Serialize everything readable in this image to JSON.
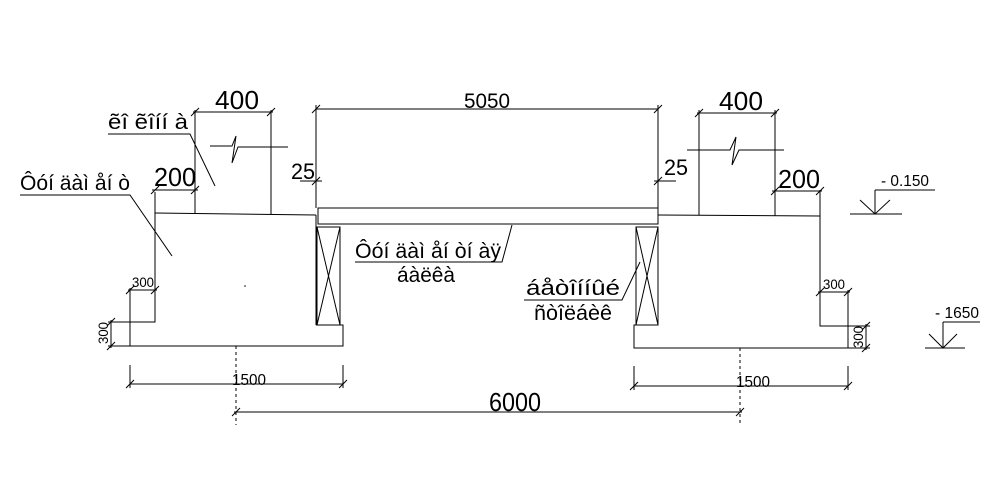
{
  "dimensions": {
    "cap_width_left": "400",
    "cap_width_right": "400",
    "top_span": "5050",
    "gap_left": "25",
    "gap_right": "25",
    "ledge_left": "200",
    "ledge_right": "200",
    "step_w_left": "300",
    "step_w_right": "300",
    "step_h_left": "300",
    "step_h_right": "300",
    "footing_left": "1500",
    "footing_right": "1500",
    "axis_span": "6000"
  },
  "levels": {
    "top": "- 0.150",
    "bottom": "- 1650"
  },
  "labels": {
    "top_left": "ẽî ẽîíí à",
    "body_left": "Ôóí äàì åí ò",
    "slab_line1": "Ôóí äàì åí òí àÿ",
    "slab_line2": "áàëêà",
    "pillar_line1": "áåòîííûé",
    "pillar_line2": "ñòîëáèê"
  }
}
